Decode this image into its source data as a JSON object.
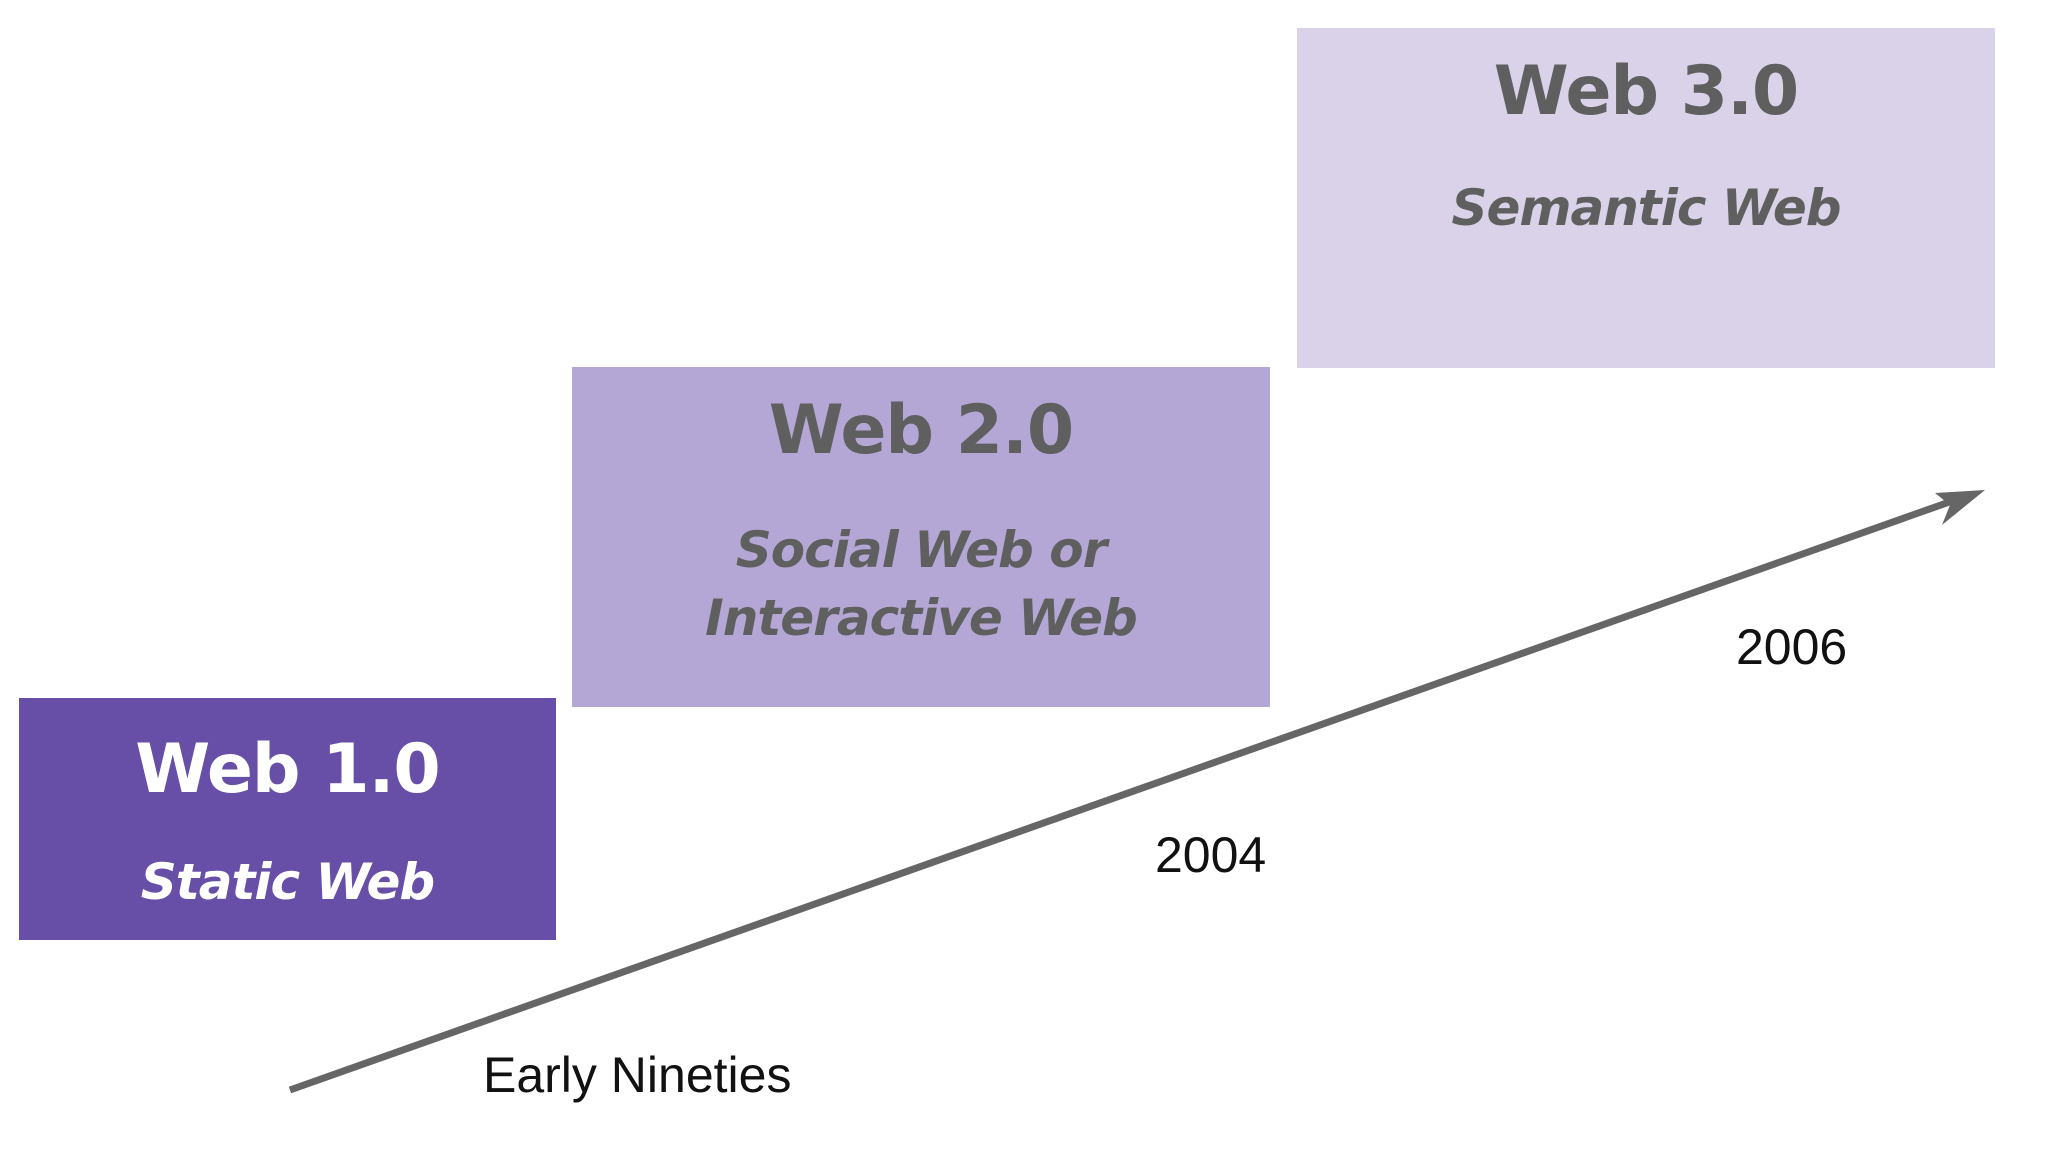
{
  "colors": {
    "web1_bg": "#674ea7",
    "web1_text": "#ffffff",
    "web2_bg": "#b4a7d6",
    "web2_text": "#5f5f5f",
    "web3_bg": "#d9d2e9",
    "web3_text": "#5f5f5f",
    "arrow": "#666666"
  },
  "cards": [
    {
      "title": "Web 1.0",
      "subtitle": "Static Web"
    },
    {
      "title": "Web 2.0",
      "subtitle": "Social Web or Interactive Web"
    },
    {
      "title": "Web 3.0",
      "subtitle": "Semantic Web"
    }
  ],
  "timeline": {
    "labels": [
      "Early Nineties",
      "2004",
      "2006"
    ]
  }
}
